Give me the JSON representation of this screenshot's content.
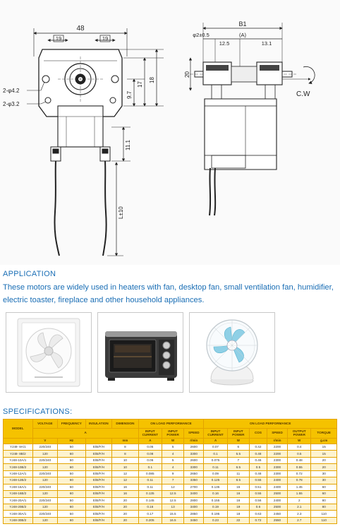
{
  "drawing": {
    "left_view": {
      "dim_width": "48",
      "dim_hole_left": "19",
      "dim_hole_right": "19",
      "dim_hole_small": "2-φ4.2",
      "dim_hole_large": "2-φ3.2",
      "dim_vert_1": "9.7",
      "dim_vert_2": "17",
      "dim_vert_3": "18",
      "dim_tab": "11.1",
      "dim_lead": "L±10"
    },
    "right_view": {
      "dim_b1": "B1",
      "dim_a": "(A)",
      "dim_shaft": "φ2±0.5",
      "dim_mid": "12.5",
      "dim_right": "13.1",
      "dim_side": "20",
      "dim_rot": "C.W"
    }
  },
  "application": {
    "title": "APPLICATION",
    "text": "These motors are widely used in heaters with fan, desktop fan, small ventilation fan, humidifier, electric toaster, fireplace and other household appliances."
  },
  "photos": [
    {
      "icon": "ventilation-fan-icon"
    },
    {
      "icon": "toaster-oven-icon"
    },
    {
      "icon": "desk-fan-icon"
    }
  ],
  "specifications": {
    "title": "SPECIFICATIONS:",
    "header": {
      "model": "MODEL",
      "voltage": "VOLTAGE",
      "frequency": "FREQUENCY",
      "insulation": "INSULATION",
      "dimension": "DIMENSION",
      "on_load": "ON LOAD PERFORMANCE",
      "no_load": "ON LOAD PERFORMANCE",
      "a_label": "A",
      "input_current": "INPUT CURRENT",
      "input_power": "INPUT POWER",
      "speed": "SPEED",
      "cos": "COS",
      "output_power": "OUTPUT POWER",
      "torque": "TORQUE"
    },
    "units": {
      "voltage": "V",
      "frequency": "Hz",
      "insulation": "",
      "dimension": "mm",
      "input_current": "A",
      "input_power": "W",
      "speed": "r/min",
      "on_current": "A",
      "on_power": "W",
      "cos": "",
      "on_speed": "r/min",
      "output_power": "W",
      "torque": "g.cm"
    },
    "rows": [
      [
        "YJ48- 8A/1",
        "220/240",
        "50",
        "E/B/F/H",
        "8",
        "0.05",
        "5",
        "2600",
        "0.07",
        "6",
        "0.42",
        "2200",
        "0.4",
        "15"
      ],
      [
        "YJ48- 8B/2",
        "120",
        "60",
        "E/B/F/H",
        "8",
        "0.08",
        "4",
        "3300",
        "0.1",
        "5.5",
        "0.48",
        "2200",
        "0.5",
        "15"
      ],
      [
        "YJ48-10A/1",
        "220/240",
        "50",
        "E/B/F/H",
        "10",
        "0.06",
        "5",
        "2600",
        "0.075",
        "7",
        "0.46",
        "2300",
        "0.48",
        "20"
      ],
      [
        "YJ48-10B/2",
        "120",
        "60",
        "E/B/F/H",
        "10",
        "0.1",
        "4",
        "3300",
        "0.11",
        "6.5",
        "0.5",
        "2300",
        "0.55",
        "20"
      ],
      [
        "YJ48-12A/1",
        "220/240",
        "50",
        "E/B/F/H",
        "12",
        "0.085",
        "9",
        "2650",
        "0.09",
        "11",
        "0.48",
        "2300",
        "0.72",
        "30"
      ],
      [
        "YJ48-12B/2",
        "120",
        "60",
        "E/B/F/H",
        "12",
        "0.11",
        "7",
        "3350",
        "0.125",
        "8.5",
        "0.55",
        "2400",
        "0.78",
        "30"
      ],
      [
        "YJ48-16A/1",
        "220/240",
        "50",
        "E/B/F/H",
        "16",
        "0.11",
        "12",
        "2700",
        "0.135",
        "15",
        "0.51",
        "2400",
        "1.45",
        "60"
      ],
      [
        "YJ48-16B/2",
        "120",
        "60",
        "E/B/F/H",
        "16",
        "0.135",
        "12.5",
        "3400",
        "0.16",
        "16",
        "0.55",
        "2500",
        "1.55",
        "60"
      ],
      [
        "YJ48-20A/1",
        "220/240",
        "50",
        "E/B/F/H",
        "20",
        "0.145",
        "12.5",
        "2800",
        "0.155",
        "16",
        "0.56",
        "2400",
        "2",
        "80"
      ],
      [
        "YJ48-20B/2",
        "120",
        "60",
        "E/B/F/H",
        "20",
        "0.16",
        "13",
        "3400",
        "0.19",
        "19",
        "0.6",
        "2500",
        "2.1",
        "80"
      ],
      [
        "YJ48-30A/1",
        "220/240",
        "50",
        "E/B/F/H",
        "20",
        "0.17",
        "15.5",
        "2850",
        "0.195",
        "18",
        "0.63",
        "2450",
        "2.3",
        "110"
      ],
      [
        "YJ48-30B/2",
        "120",
        "60",
        "E/B/F/H",
        "20",
        "0.205",
        "16.5",
        "3450",
        "0.23",
        "22",
        "0.72",
        "2550",
        "2.7",
        "110"
      ]
    ]
  }
}
